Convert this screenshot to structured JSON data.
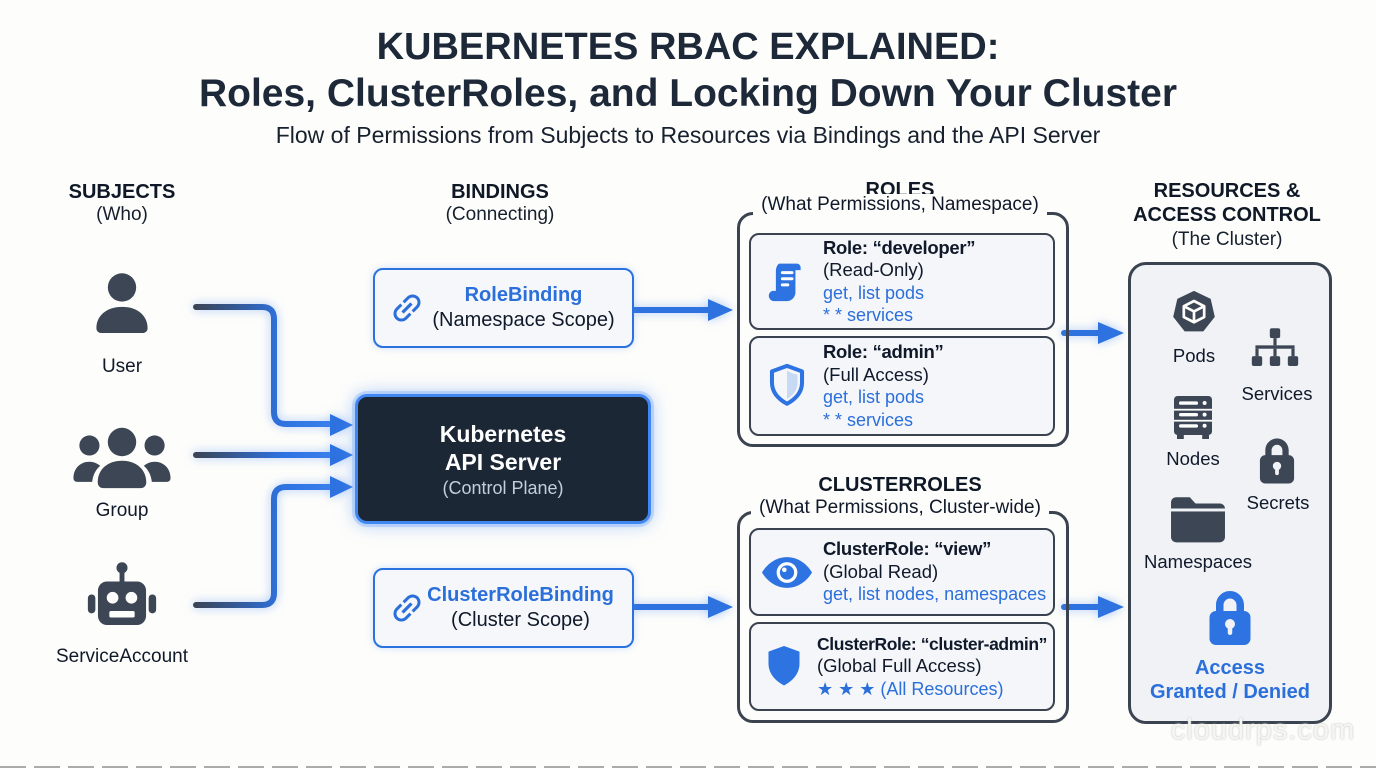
{
  "header": {
    "title_line1": "KUBERNETES RBAC EXPLAINED:",
    "title_line2": "Roles, ClusterRoles, and Locking Down Your Cluster",
    "subtitle": "Flow of Permissions from Subjects to Resources via Bindings and the API Server"
  },
  "columns": {
    "subjects_title": "SUBJECTS",
    "subjects_subtitle": "(Who)",
    "bindings_title": "BINDINGS",
    "bindings_subtitle": "(Connecting)",
    "roles_title": "ROLES",
    "roles_subtitle": "(What Permissions, Namespace)",
    "resources_title_line1": "RESOURCES &",
    "resources_title_line2": "ACCESS CONTROL",
    "resources_subtitle": "(The Cluster)"
  },
  "subjects": {
    "items": [
      {
        "label": "User",
        "icon": "user-icon"
      },
      {
        "label": "Group",
        "icon": "group-icon"
      },
      {
        "label": "ServiceAccount",
        "icon": "robot-icon"
      }
    ]
  },
  "bindings": {
    "role_binding": {
      "title": "RoleBinding",
      "subtitle": "(Namespace Scope)",
      "icon": "chain-link-icon"
    },
    "api_server": {
      "line1": "Kubernetes",
      "line2": "API Server",
      "subtitle": "(Control Plane)"
    },
    "cluster_role_binding": {
      "title": "ClusterRoleBinding",
      "subtitle": "(Cluster Scope)",
      "icon": "chain-link-icon"
    }
  },
  "roles": {
    "cards": [
      {
        "name": "Role: “developer”",
        "access": "(Read-Only)",
        "verbs1": "get, list pods",
        "verbs2": "* * services",
        "icon": "scroll-icon"
      },
      {
        "name": "Role: “admin”",
        "access": "(Full Access)",
        "verbs1": "get, list pods",
        "verbs2": "* * services",
        "icon": "shield-outline-icon"
      }
    ]
  },
  "clusterroles": {
    "title": "CLUSTERROLES",
    "subtitle": "(What Permissions, Cluster-wide)",
    "cards": [
      {
        "name": "ClusterRole: “view”",
        "access": "(Global Read)",
        "verbs1": "get, list nodes, namespaces",
        "icon": "eye-icon"
      },
      {
        "name": "ClusterRole: “cluster-admin”",
        "access": "(Global Full Access)",
        "verbs1": "★ ★ ★ (All Resources)",
        "icon": "shield-filled-icon"
      }
    ]
  },
  "resources": {
    "items": [
      {
        "label": "Pods",
        "icon": "pods-icon"
      },
      {
        "label": "Services",
        "icon": "services-icon"
      },
      {
        "label": "Nodes",
        "icon": "nodes-icon"
      },
      {
        "label": "Secrets",
        "icon": "secrets-lock-icon"
      },
      {
        "label": "Namespaces",
        "icon": "namespaces-folder-icon"
      }
    ],
    "access": {
      "line1": "Access",
      "line2": "Granted / Denied",
      "icon": "access-lock-icon"
    }
  },
  "watermark": "cloudrps.com",
  "colors": {
    "accent_blue": "#2d72dd",
    "dark_slate": "#3c4654",
    "api_server_bg": "#1c2735",
    "title_navy": "#1d2939"
  }
}
